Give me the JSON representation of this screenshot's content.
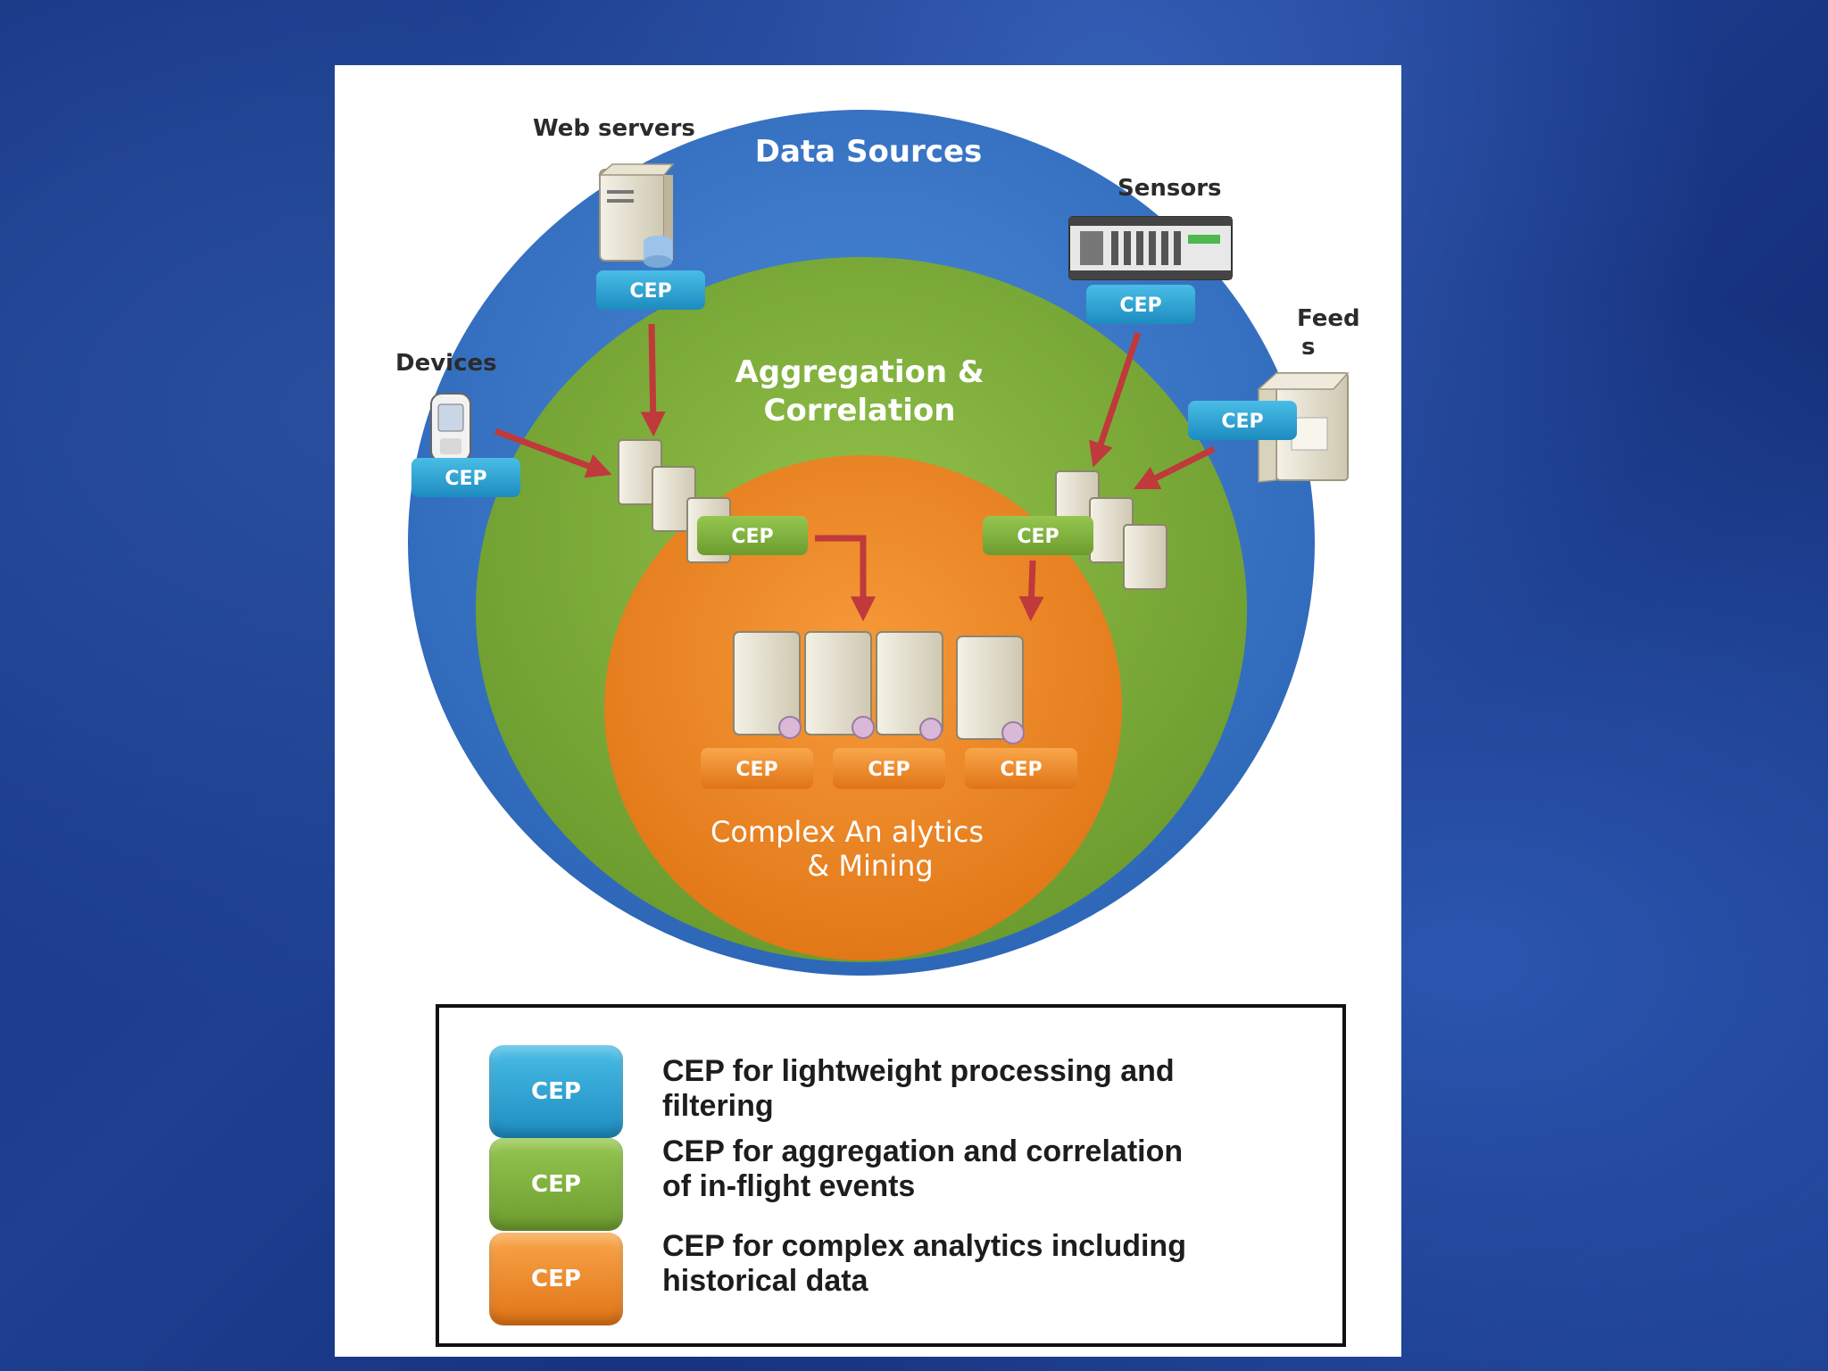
{
  "diagram": {
    "rings": {
      "outer": {
        "label": "Data Sources",
        "color": "#3b78c9"
      },
      "middle": {
        "label_line1": "Aggregation &",
        "label_line2": "Correlation",
        "color": "#7fae3a"
      },
      "inner": {
        "label_line1": "Complex An alytics",
        "label_line2": "& Mining",
        "color": "#ef8a2a"
      }
    },
    "sources": {
      "webservers": "Web servers",
      "sensors": "Sensors",
      "feeds_line1": "Feed",
      "feeds_line2": "s",
      "devices": "Devices"
    },
    "cep_label": "CEP",
    "arrow_color": "#c0393b"
  },
  "legend": {
    "items": [
      {
        "badge": "CEP",
        "color": "#2a9fd0",
        "text_line1": "CEP for lightweight processing and",
        "text_line2": "filtering"
      },
      {
        "badge": "CEP",
        "color": "#7fae3a",
        "text_line1": "CEP for aggregation and correlation",
        "text_line2": "of in-flight events"
      },
      {
        "badge": "CEP",
        "color": "#ef8a2a",
        "text_line1": "CEP for complex analytics including",
        "text_line2": "historical data"
      }
    ]
  }
}
